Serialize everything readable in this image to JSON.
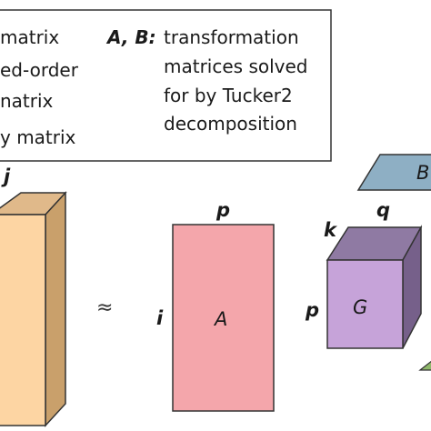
{
  "legend": {
    "left_lines": [
      "matrix",
      "ed-order",
      "natrix",
      "y matrix"
    ],
    "key": "A, B:",
    "right_lines": [
      "transformation",
      "matrices solved",
      "for by Tucker2",
      "decomposition"
    ]
  },
  "labels": {
    "j": "j",
    "p_top": "p",
    "i": "i",
    "A": "A",
    "approx": "≈",
    "k": "k",
    "q": "q",
    "p_side": "p",
    "G": "G",
    "B": "B"
  },
  "colors": {
    "tensor_front": "#fdd5a3",
    "tensor_side": "#c9a06b",
    "tensor_top": "#e0b98a",
    "matrix_A": "#f4a6ab",
    "core_front": "#c6a3d9",
    "core_top": "#8f7aa3",
    "core_side": "#76608a",
    "matrix_B": "#8eafc4",
    "small_triangle": "#8fb86a",
    "outline": "#333333"
  }
}
